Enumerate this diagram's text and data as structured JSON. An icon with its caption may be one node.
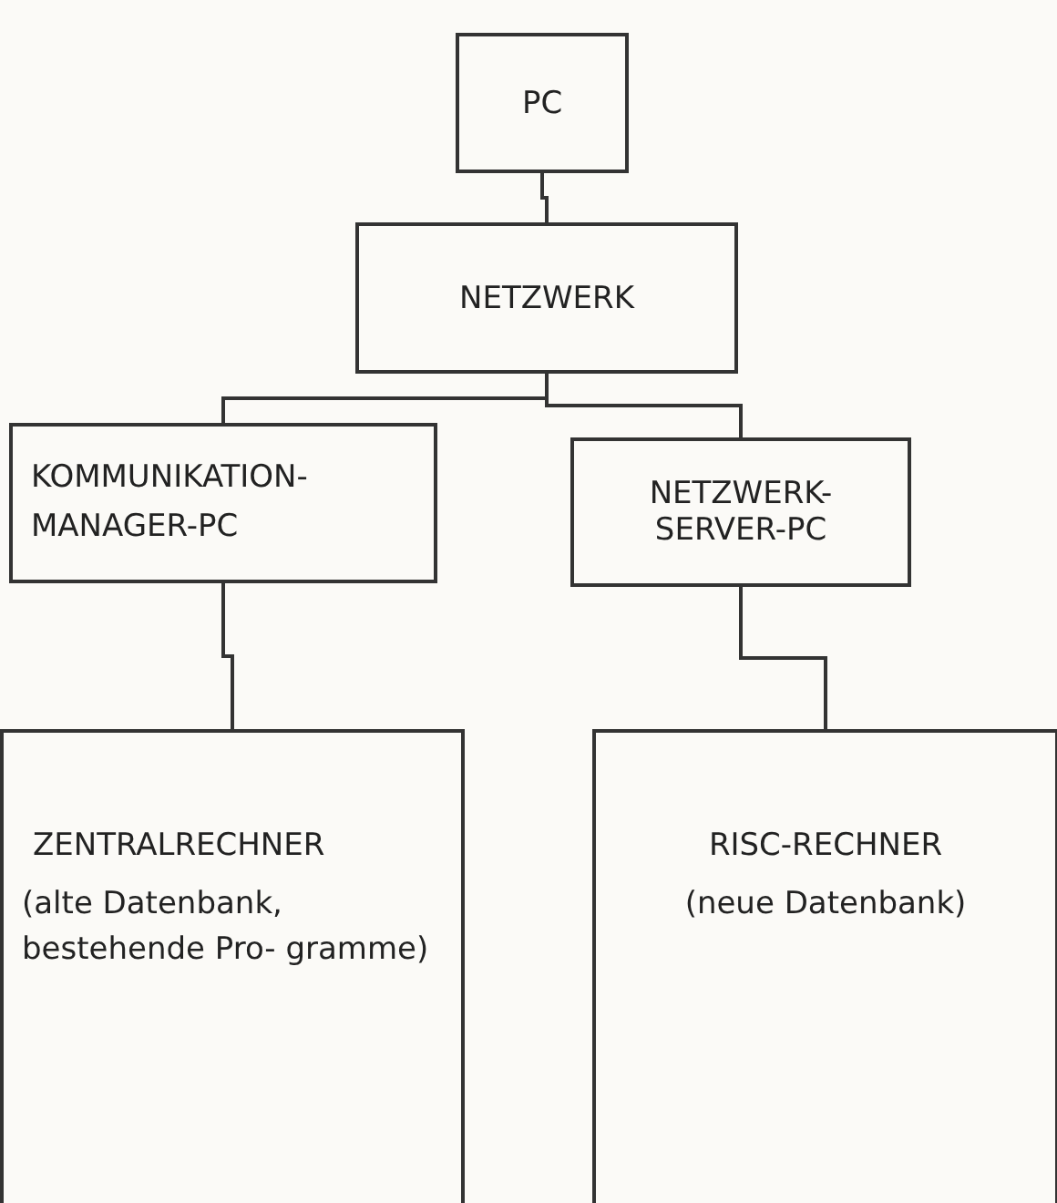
{
  "diagram": {
    "nodes": [
      {
        "text": [
          "PC"
        ]
      },
      {
        "text": [
          "NETZWERK"
        ]
      },
      {
        "text": [
          "KOMMUNIKATION- MANAGER-PC"
        ]
      },
      {
        "text": [
          "NETZWERK- SERVER-PC"
        ]
      },
      {
        "text": [
          "ZENTRALRECHNER",
          "(alte Datenbank, bestehende Pro- gramme)"
        ]
      },
      {
        "text": [
          "RISC-RECHNER",
          "(neue Datenbank)"
        ]
      }
    ],
    "edges": [
      {
        "from": 0,
        "to": 1,
        "arrow": "none"
      },
      {
        "from": 1,
        "to": 2,
        "arrow": "none"
      },
      {
        "from": 1,
        "to": 3,
        "arrow": "none"
      },
      {
        "from": 2,
        "to": 4,
        "arrow": "none"
      },
      {
        "from": 3,
        "to": 5,
        "arrow": "none"
      }
    ]
  }
}
